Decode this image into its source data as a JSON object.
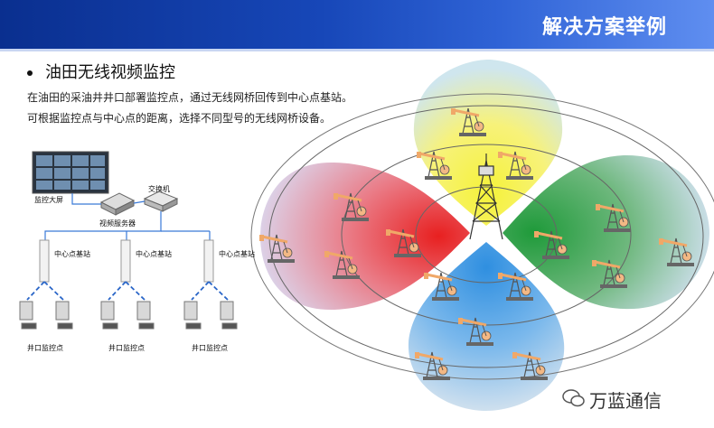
{
  "header": {
    "title": "解决方案举例"
  },
  "section": {
    "bullet": "油田无线视频监控",
    "lines": [
      "在油田的采油井井口部署监控点，通过无线网桥回传到中心点基站。",
      "可根据监控点与中心点的距离，选择不同型号的无线网桥设备。"
    ]
  },
  "network": {
    "video_wall": "监控大屏",
    "switch": "交换机",
    "server": "视频服务器",
    "base_station": "中心点基站",
    "wellhead": "井口监控点"
  },
  "coverage_colors": {
    "north": "#f5f23a",
    "east": "#1f9a3a",
    "south": "#2f8fe0",
    "west": "#e82020"
  },
  "watermark": "万蓝通信"
}
